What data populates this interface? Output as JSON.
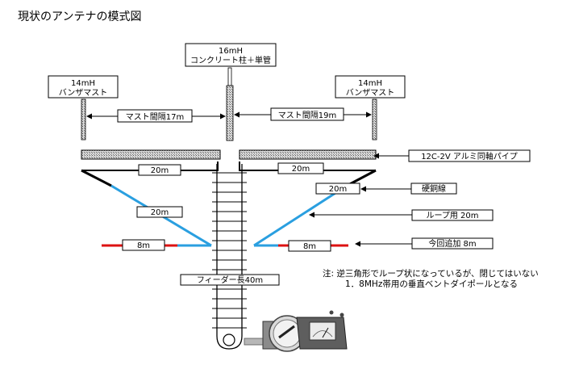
{
  "title": "現状のアンテナの模式図",
  "center_mast": {
    "height": "16mH",
    "type": "コンクリート柱＋単管"
  },
  "left_mast": {
    "height": "14mH",
    "type": "バンザマスト"
  },
  "right_mast": {
    "height": "14mH",
    "type": "バンザマスト"
  },
  "spacing_left": "マスト間隔17m",
  "spacing_right": "マスト間隔19m",
  "pipe_label": "12C-2V アルミ同軸パイプ",
  "left_top_len": "20m",
  "right_top_len": "20m",
  "left_diag_len": "20m",
  "right_diag_len": "20m",
  "left_add_len": "8m",
  "right_add_len": "8m",
  "copper_label": "硬銅線",
  "loop_label": "ループ用 20m",
  "added_label": "今回追加  8m",
  "feeder_label": "フィーダー長40m",
  "note_line1": "注:  逆三角形でループ状になっているが、閉じてはいない",
  "note_line2": "1．8MHz帯用の垂直ベントダイポールとなる",
  "colors": {
    "wire_blue": "#2a9fe0",
    "wire_red": "#dd1111",
    "wire_black": "#000000"
  },
  "icons": [
    "antenna-tuner-meter-icon"
  ]
}
